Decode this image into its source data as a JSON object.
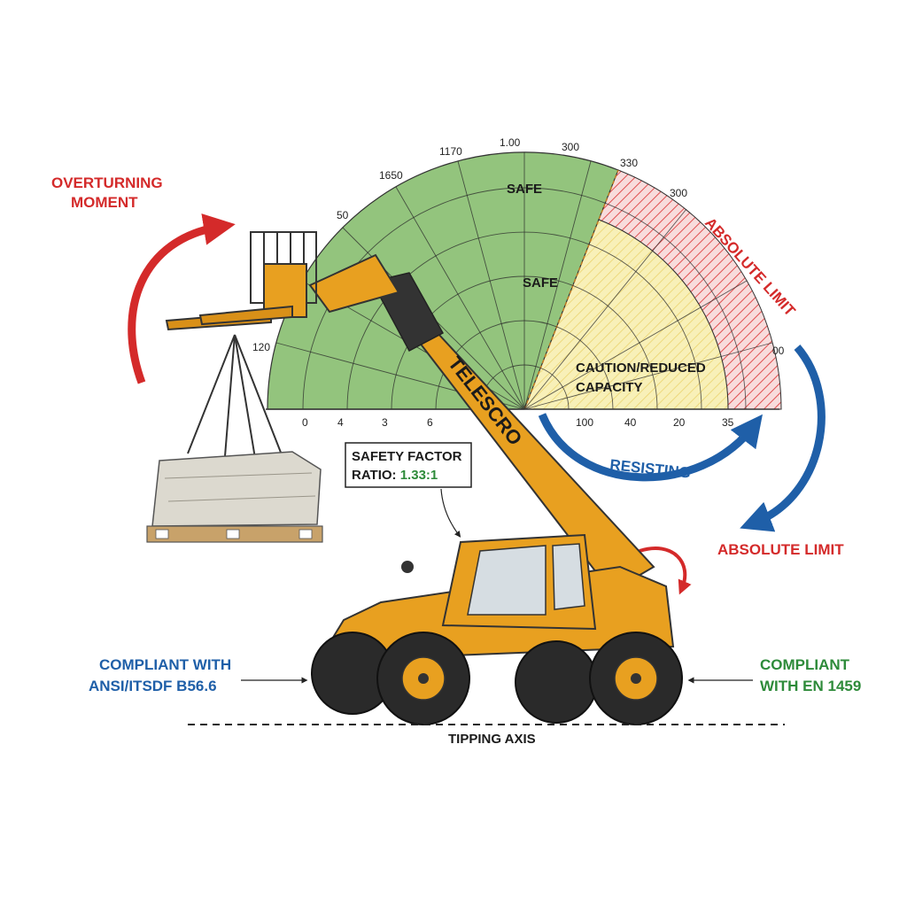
{
  "labels": {
    "overturning_line1": "OVERTURNING",
    "overturning_line2": "MOMENT",
    "safe_outer": "SAFE",
    "safe_inner": "SAFE",
    "caution_line1": "CAUTION/REDUCED",
    "caution_line2": "CAPACITY",
    "absolute_limit_arc": "ABSOLUTE LIMIT",
    "absolute_limit_right": "ABSOLUTE LIMIT",
    "resisting": "RESISTING",
    "boom_brand": "TELESCRO",
    "safety_factor_line1": "SAFETY FACTOR",
    "safety_factor_line2_prefix": "RATIO: ",
    "safety_factor_value": "1.33:1",
    "compliance_left_line1": "COMPLIANT WITH",
    "compliance_left_line2": "ANSI/ITSDF B56.6",
    "compliance_right_line1": "COMPLIANT",
    "compliance_right_line2": "WITH EN 1459",
    "tipping_axis": "TIPPING AXIS"
  },
  "arc_ticks": {
    "top": [
      "120",
      "50",
      "1650",
      "1170",
      "1.00",
      "300",
      "330",
      "300",
      "00"
    ],
    "baseline": [
      "0",
      "4",
      "3",
      "6",
      "100",
      "40",
      "20",
      "35"
    ]
  },
  "colors": {
    "safe_zone": "#93c47d",
    "caution_zone": "#f6eaa0",
    "limit_zone": "#f3c4c4",
    "overturning": "#d42a2a",
    "resisting": "#1f5fa8",
    "compliance_left": "#1f5fa8",
    "compliance_right": "#2e8b3a",
    "machine_body": "#e8a020",
    "ratio_value": "#2e8b3a"
  }
}
